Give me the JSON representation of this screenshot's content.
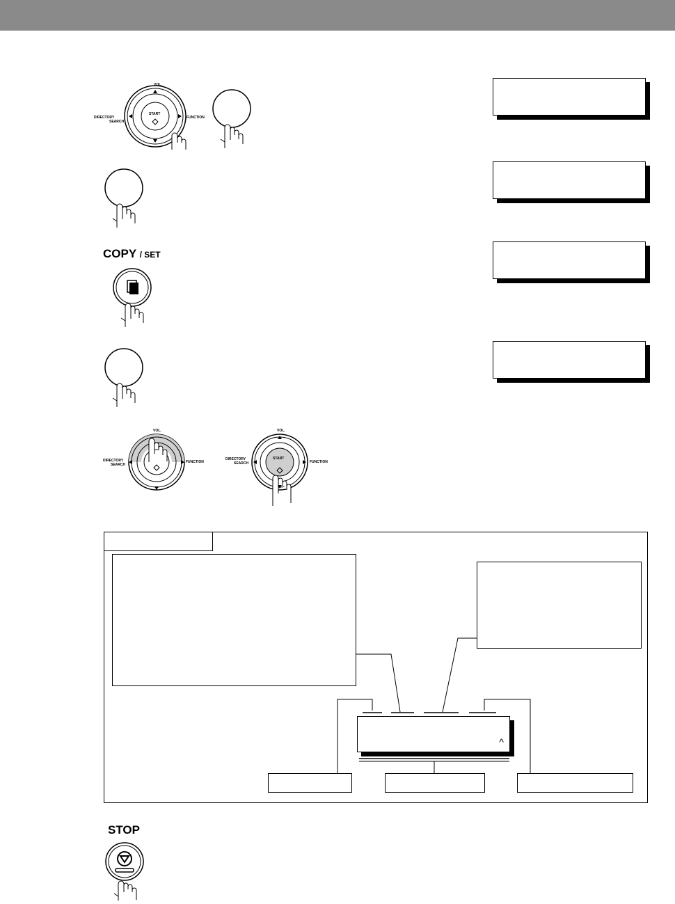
{
  "keys": {
    "copy_set_label": "COPY",
    "copy_set_suffix": "/ SET",
    "stop_label": "STOP",
    "nav_start": "START",
    "nav_directory": "DIRECTORY",
    "nav_search": "SEARCH",
    "nav_function": "FUNCTION",
    "nav_vol": "VOL."
  },
  "lcd_displays": [
    "",
    "",
    "",
    ""
  ],
  "note": {
    "tab_label": "",
    "left_box_text": "",
    "right_box_text": "",
    "bottom_labels": [
      "",
      "",
      ""
    ],
    "lcd_text": "",
    "lcd_cursor": "^"
  }
}
